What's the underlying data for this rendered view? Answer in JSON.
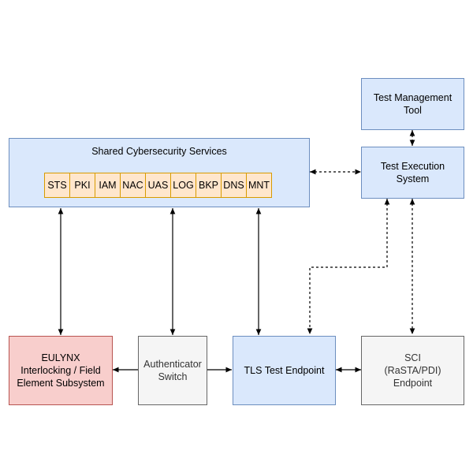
{
  "nodes": {
    "test_management_tool": "Test Management\nTool",
    "test_execution_system": "Test Execution\nSystem",
    "shared_services_title": "Shared Cybersecurity Services",
    "eulynx": "EULYNX\nInterlocking / Field\nElement Subsystem",
    "authenticator_switch": "Authenticator\nSwitch",
    "tls_test_endpoint": "TLS Test Endpoint",
    "sci_endpoint": "SCI\n(RaSTA/PDI)\nEndpoint"
  },
  "services": [
    "STS",
    "PKI",
    "IAM",
    "NAC",
    "UAS",
    "LOG",
    "BKP",
    "DNS",
    "MNT"
  ],
  "colors": {
    "blue_fill": "#dae8fc",
    "blue_stroke": "#6c8ebf",
    "red_fill": "#f8cecc",
    "red_stroke": "#b85450",
    "grey_fill": "#f5f5f5",
    "grey_stroke": "#666666",
    "orange_fill": "#ffe6cc",
    "orange_stroke": "#d79b00"
  }
}
